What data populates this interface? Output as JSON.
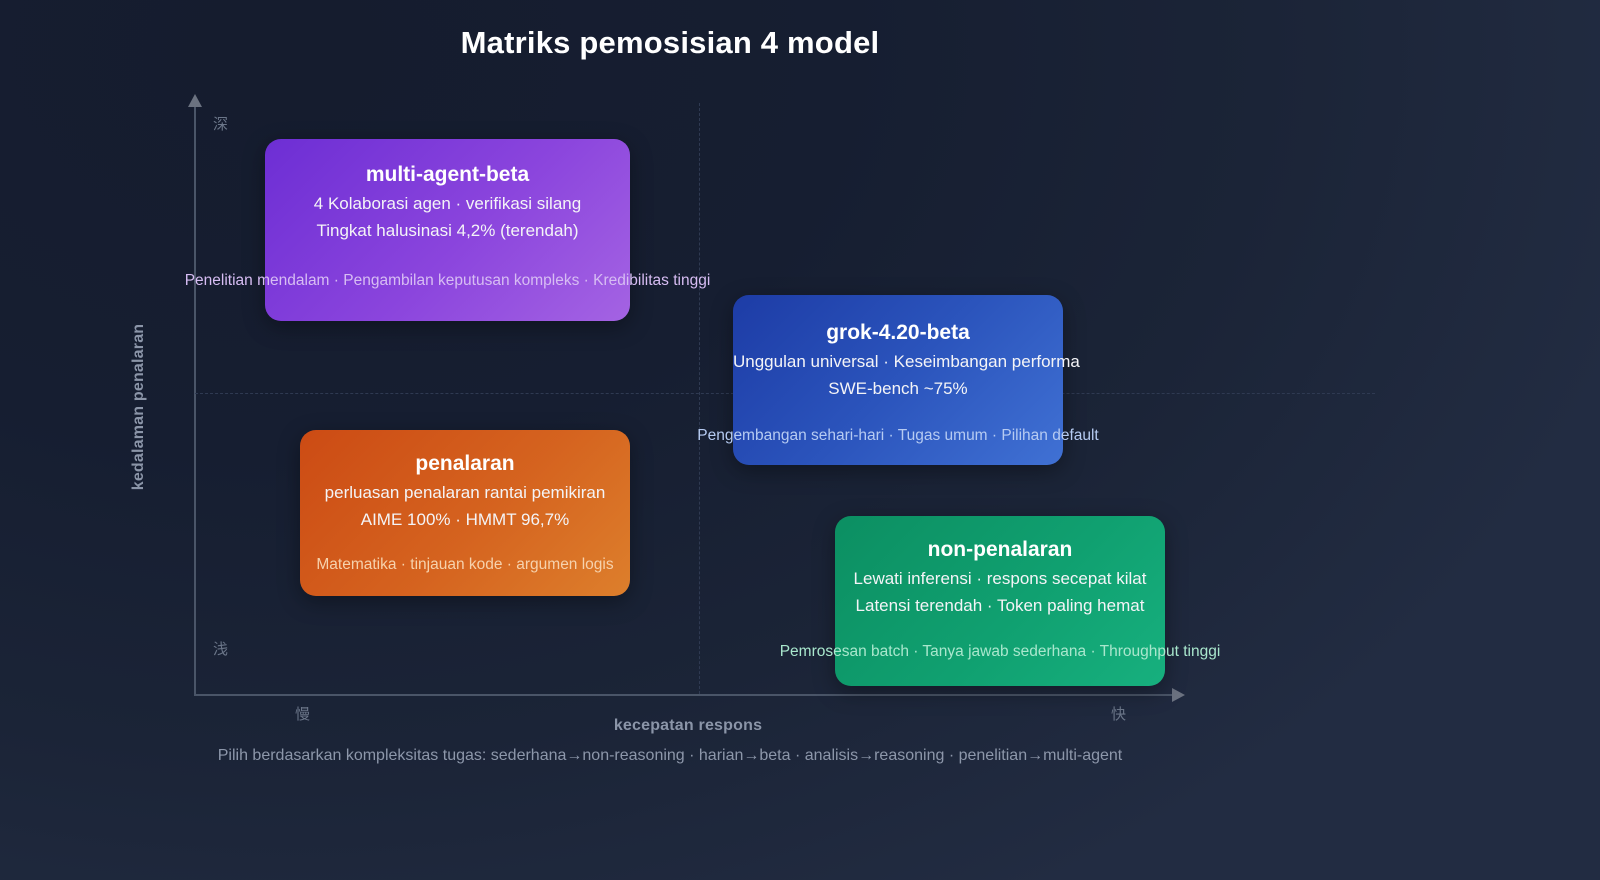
{
  "chart": {
    "title": "Matriks pemosisian 4 model",
    "footer_note": "Pilih berdasarkan kompleksitas tugas: sederhana→non-reasoning · harian→beta · analisis→reasoning · penelitian→multi-agent",
    "axes": {
      "x_label": "kecepatan respons",
      "x_min_tick": "慢",
      "x_max_tick": "快",
      "y_label": "kedalaman penalaran",
      "y_max_tick": "深",
      "y_min_tick": "浅"
    }
  },
  "chart_data": {
    "type": "scatter",
    "title": "Matriks pemosisian 4 model",
    "xlabel": "kecepatan respons",
    "ylabel": "kedalaman penalaran",
    "xlim": [
      0,
      1
    ],
    "ylim": [
      0,
      1
    ],
    "grid": false,
    "legend": "none",
    "annotations": {
      "x_low": "慢",
      "x_high": "快",
      "y_low": "浅",
      "y_high": "深",
      "quadrant_divider_x": 0.51,
      "quadrant_divider_y": 0.51,
      "footer": "Pilih berdasarkan kompleksitas tugas: sederhana→non-reasoning · harian→beta · analisis→reasoning · penelitian→multi-agent"
    },
    "points": [
      {
        "label": "multi-agent-beta",
        "x": 0.22,
        "y": 0.82,
        "color": "#8b45dd",
        "quadrant": "lambat / dalam",
        "lines": [
          "4 Kolaborasi agen · verifikasi silang",
          "Tingkat halusinasi 4,2% (terendah)"
        ],
        "tags": "Penelitian mendalam · Pengambilan keputusan kompleks · Kredibilitas tinggi"
      },
      {
        "label": "grok-4.20-beta",
        "x": 0.69,
        "y": 0.55,
        "color": "#2b54bc",
        "quadrant": "cepat / dalam",
        "lines": [
          "Unggulan universal · Keseimbangan performa",
          "SWE-bench ~75%"
        ],
        "tags": "Pengembangan sehari-hari · Tugas umum · Pilihan default"
      },
      {
        "label": "penalaran",
        "x": 0.27,
        "y": 0.33,
        "color": "#d5631f",
        "quadrant": "lambat / dangkal",
        "lines": [
          "perluasan penalaran rantai pemikiran",
          "AIME 100% · HMMT 96,7%"
        ],
        "tags": "Matematika · tinjauan kode · argumen logis"
      },
      {
        "label": "non-penalaran",
        "x": 0.8,
        "y": 0.18,
        "color": "#10a070",
        "quadrant": "cepat / dangkal",
        "lines": [
          "Lewati inferensi · respons secepat kilat",
          "Latensi terendah · Token paling hemat"
        ],
        "tags": "Pemrosesan batch · Tanya jawab sederhana · Throughput tinggi"
      }
    ]
  }
}
